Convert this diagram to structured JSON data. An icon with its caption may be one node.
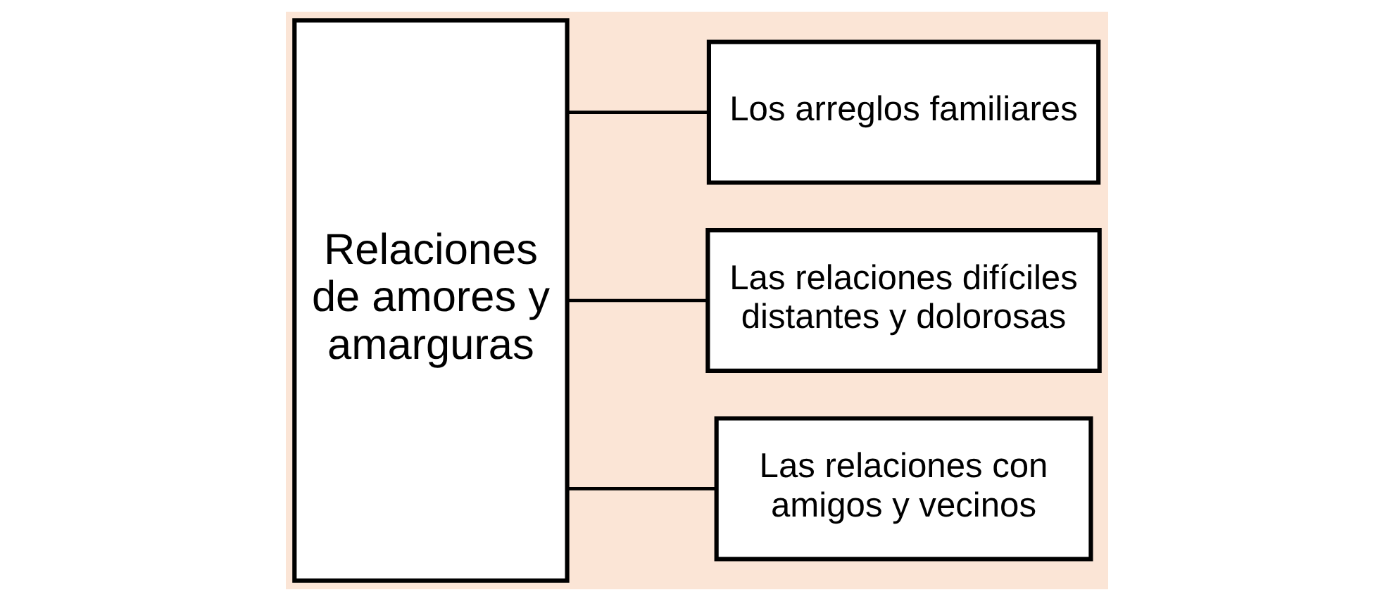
{
  "diagram": {
    "nodes": [
      {
        "text": [
          "Relaciones de amores y amarguras"
        ]
      },
      {
        "text": [
          "Los arreglos familiares"
        ]
      },
      {
        "text": [
          "Las relaciones difíciles distantes y dolorosas"
        ]
      },
      {
        "text": [
          "Las relaciones con amigos y vecinos"
        ]
      }
    ],
    "edges": [
      {
        "from": 0,
        "to": 1,
        "arrow": "none"
      },
      {
        "from": 0,
        "to": 2,
        "arrow": "none"
      },
      {
        "from": 0,
        "to": 3,
        "arrow": "none"
      }
    ]
  }
}
